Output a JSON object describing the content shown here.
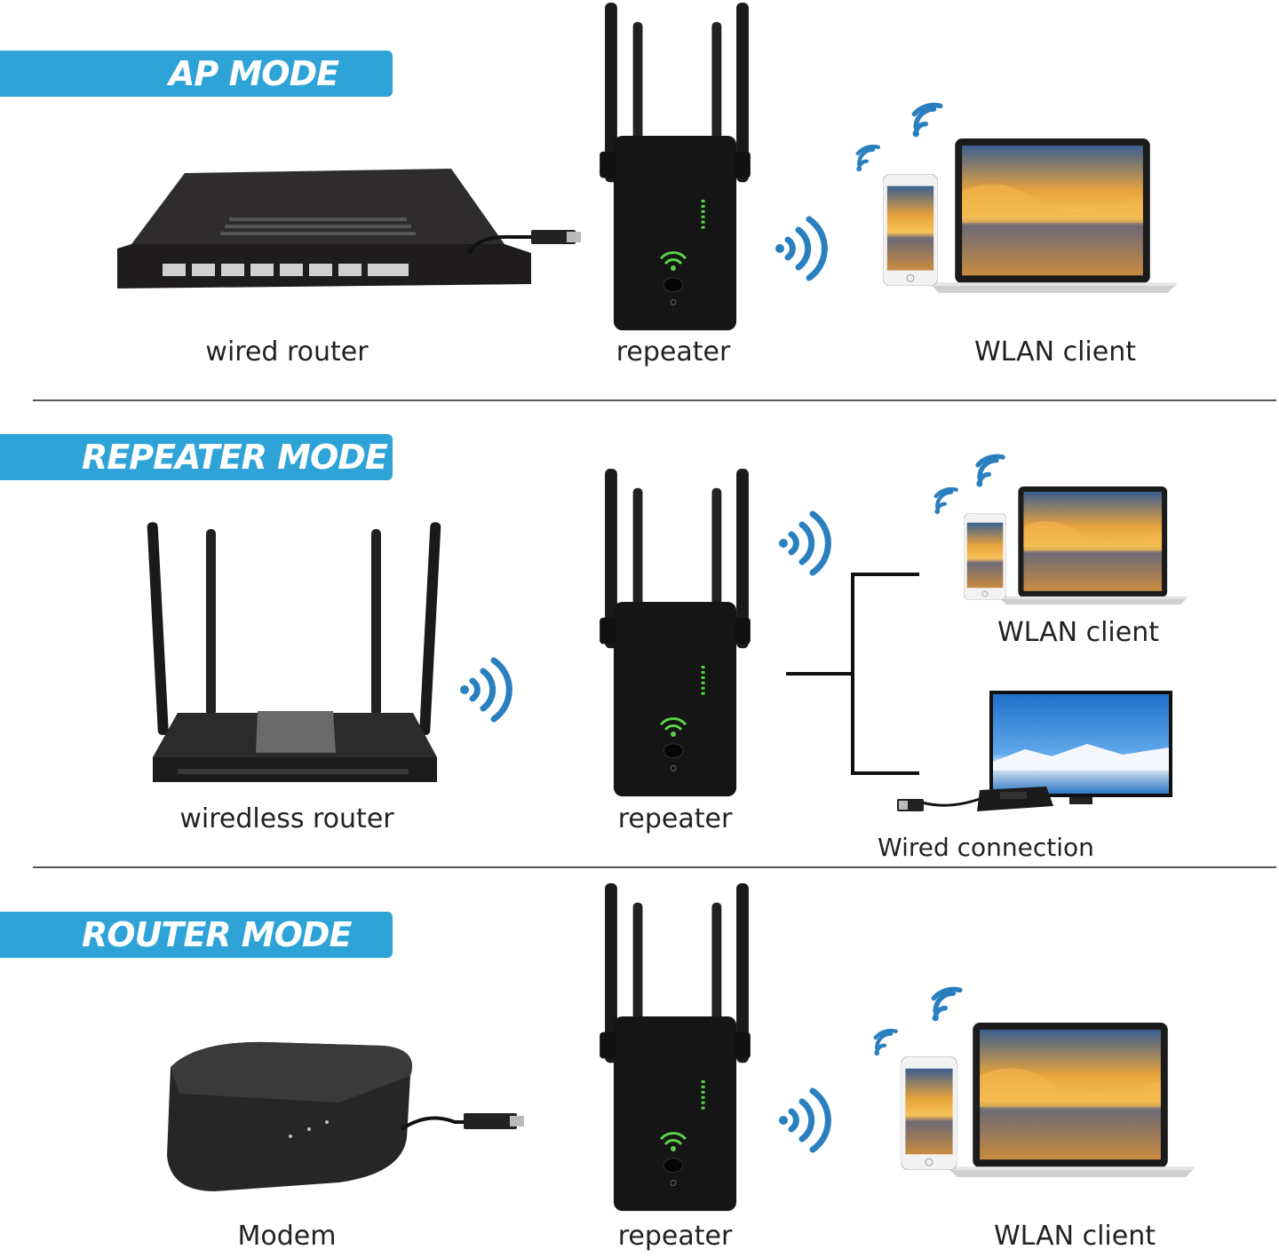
{
  "sections": [
    {
      "title": "AP MODE",
      "source_label": "wired router",
      "repeater_label": "repeater",
      "client_label": "WLAN client"
    },
    {
      "title": "REPEATER MODE",
      "source_label": "wiredless router",
      "repeater_label": "repeater",
      "client_label": "WLAN client",
      "wired_label": "Wired connection"
    },
    {
      "title": "ROUTER MODE",
      "source_label": "Modem",
      "repeater_label": "repeater",
      "client_label": "WLAN client"
    }
  ],
  "colors": {
    "banner": "#2ea3d8",
    "signal": "#2a7fbf",
    "device": "#1a1a1a",
    "led": "#5bd14a"
  }
}
